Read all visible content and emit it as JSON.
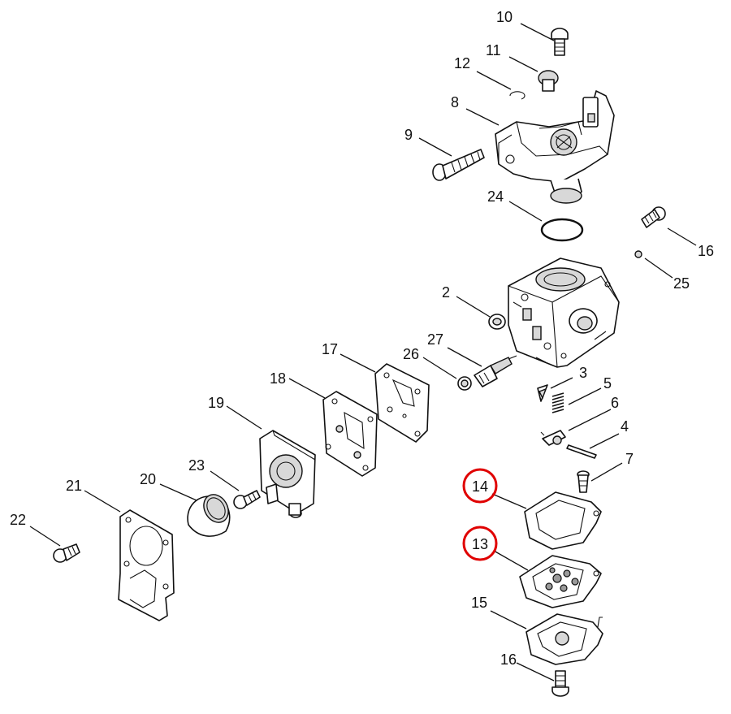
{
  "labels": {
    "p10": "10",
    "p11": "11",
    "p12": "12",
    "p8": "8",
    "p9": "9",
    "p24": "24",
    "p16a": "16",
    "p25": "25",
    "p2": "2",
    "p27": "27",
    "p26": "26",
    "p17": "17",
    "p18": "18",
    "p19": "19",
    "p3": "3",
    "p5": "5",
    "p6": "6",
    "p4": "4",
    "p7": "7",
    "p14": "14",
    "p13": "13",
    "p15": "15",
    "p16b": "16",
    "p21": "21",
    "p20": "20",
    "p23": "23",
    "p22": "22"
  },
  "highlight_color": "#e00000",
  "highlighted_parts": [
    "14",
    "13"
  ]
}
